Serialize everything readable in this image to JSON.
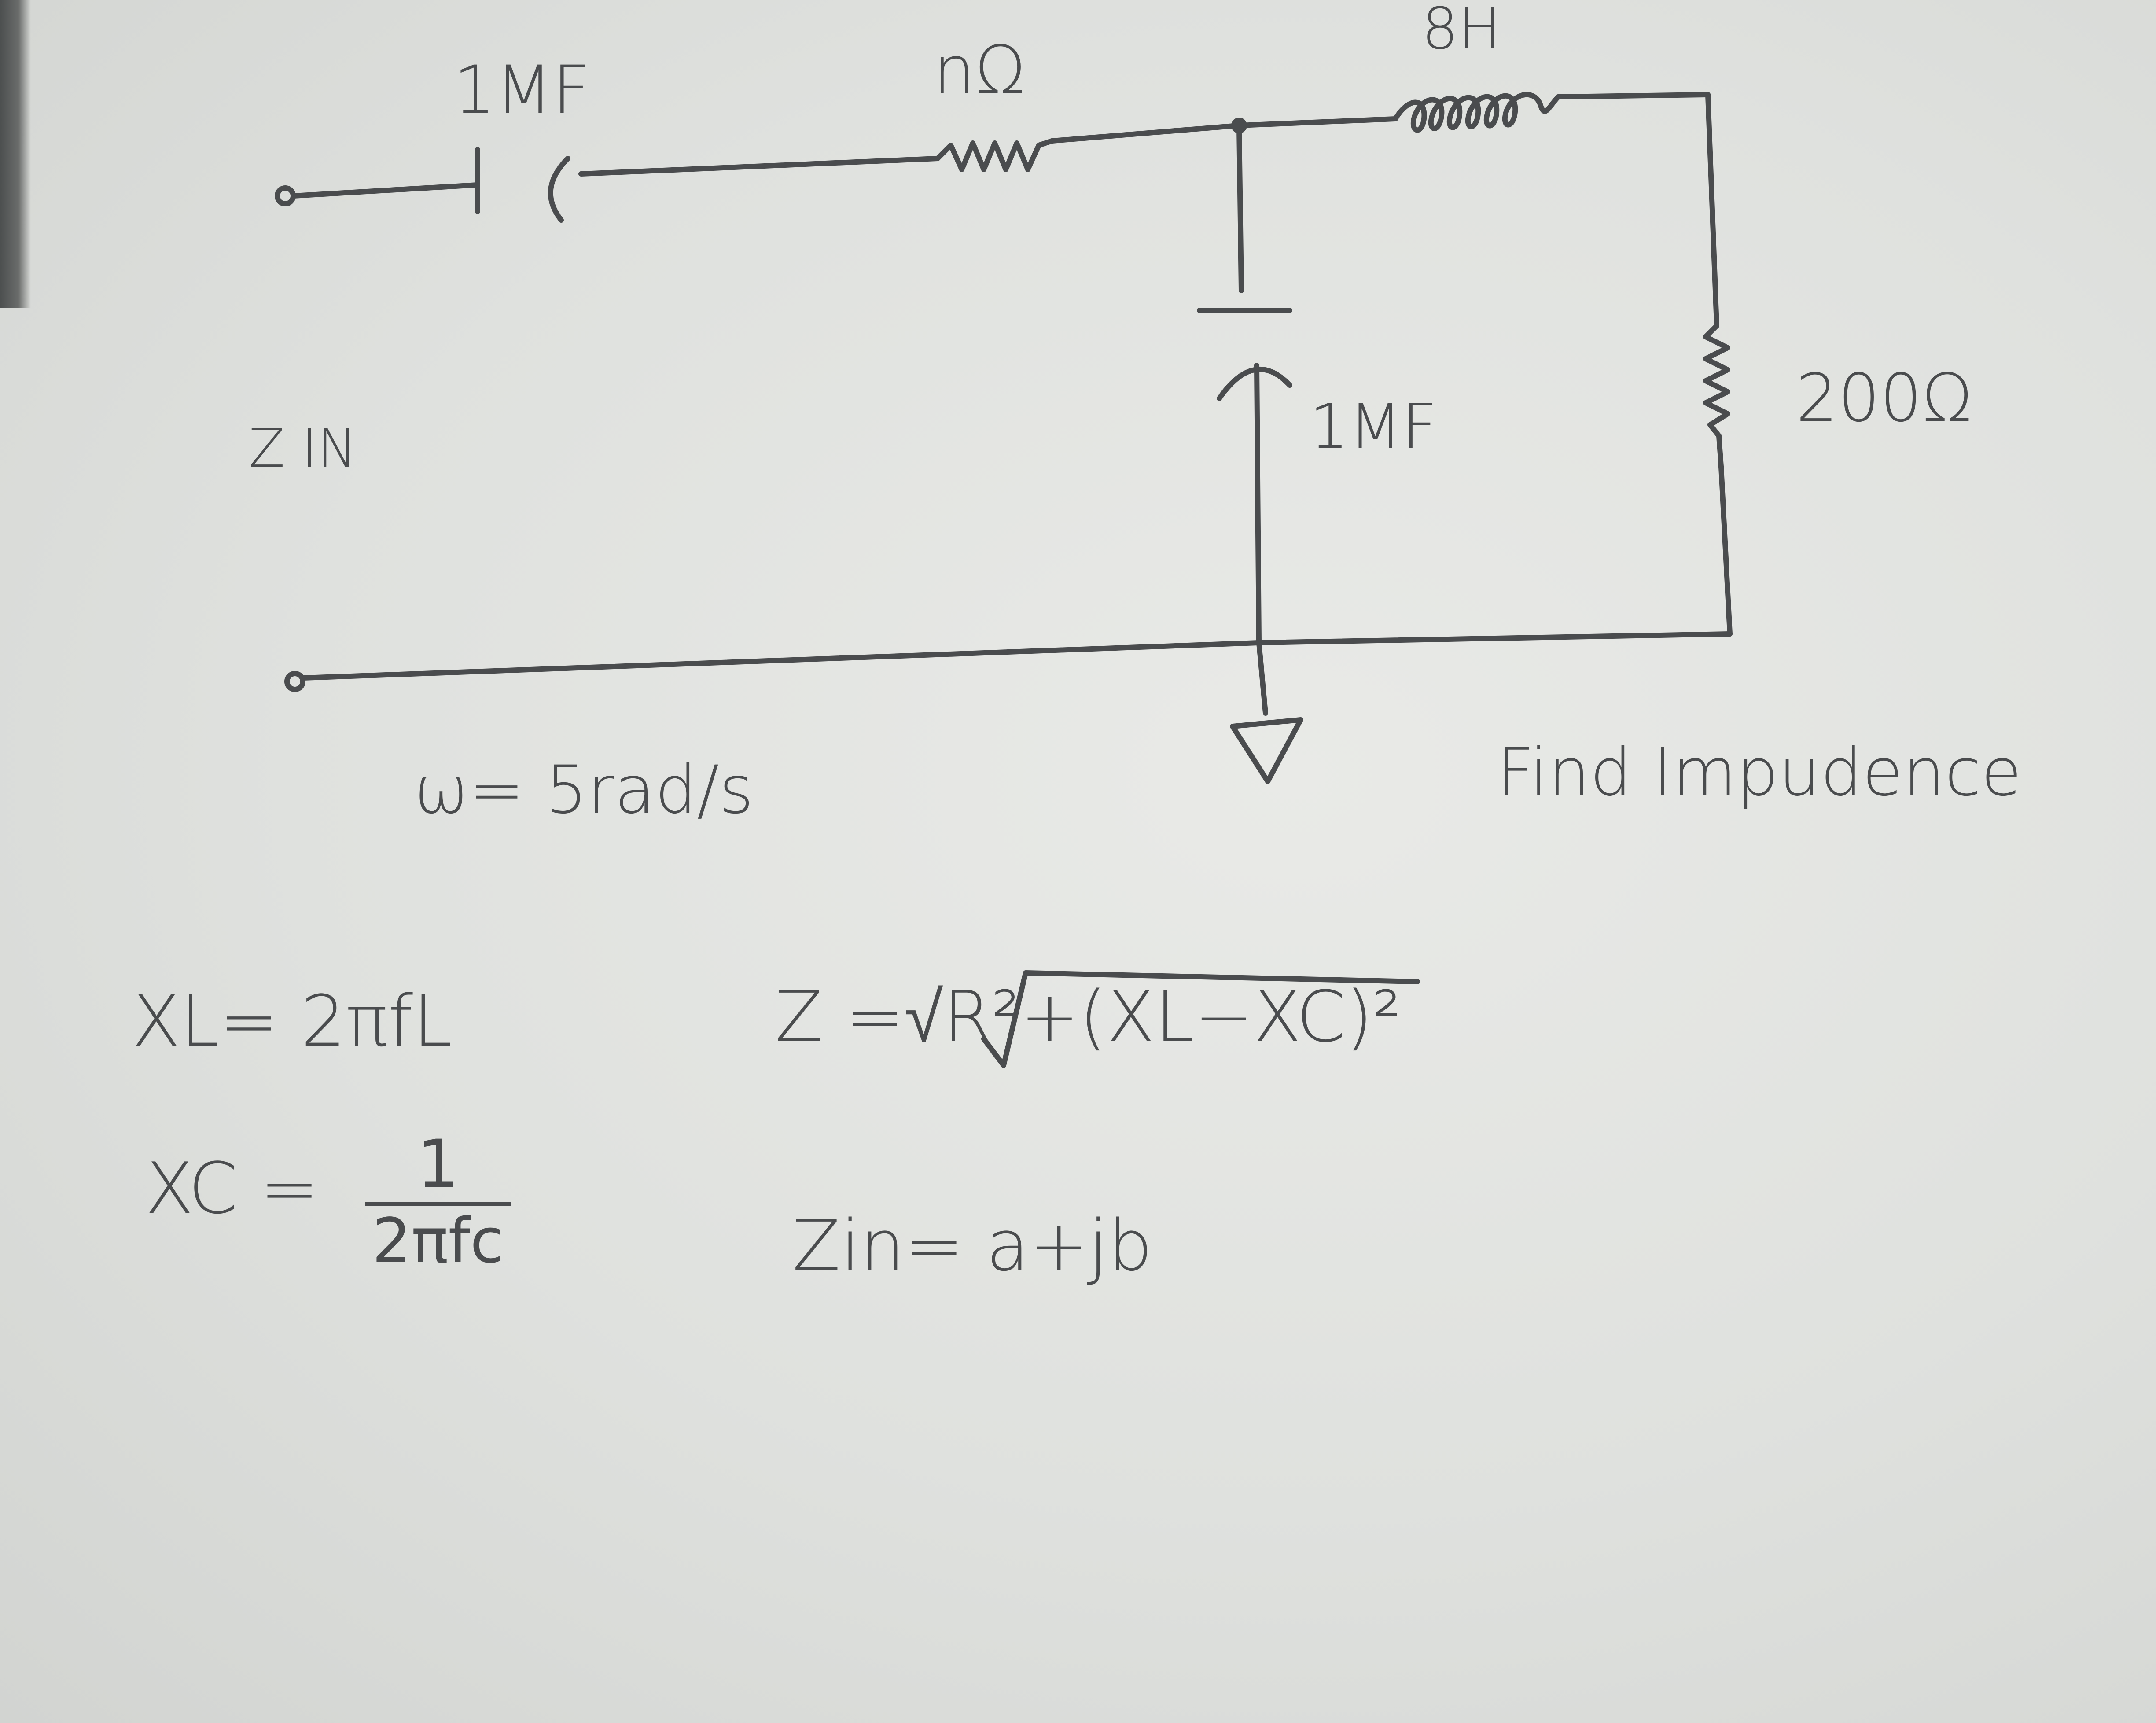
{
  "labels": {
    "c1_value": "1MF",
    "r1_value": "nΩ",
    "l1_value": "8H",
    "c2_value": "1MF",
    "r2_value": "200Ω",
    "z_in_label": "Z IN",
    "omega": "ω= 5rad/s",
    "task": "Find Impudence"
  },
  "formulas": {
    "xl": "XL= 2πfL",
    "z_mag": "Z =√R²+(XL−XC)²",
    "xc_lhs": "XC =",
    "xc_num": "1",
    "xc_den": "2πfc",
    "zin": "Zin= a+jb"
  },
  "colors": {
    "ink": "#4a4c4e",
    "paper": "#e6e7e4"
  }
}
